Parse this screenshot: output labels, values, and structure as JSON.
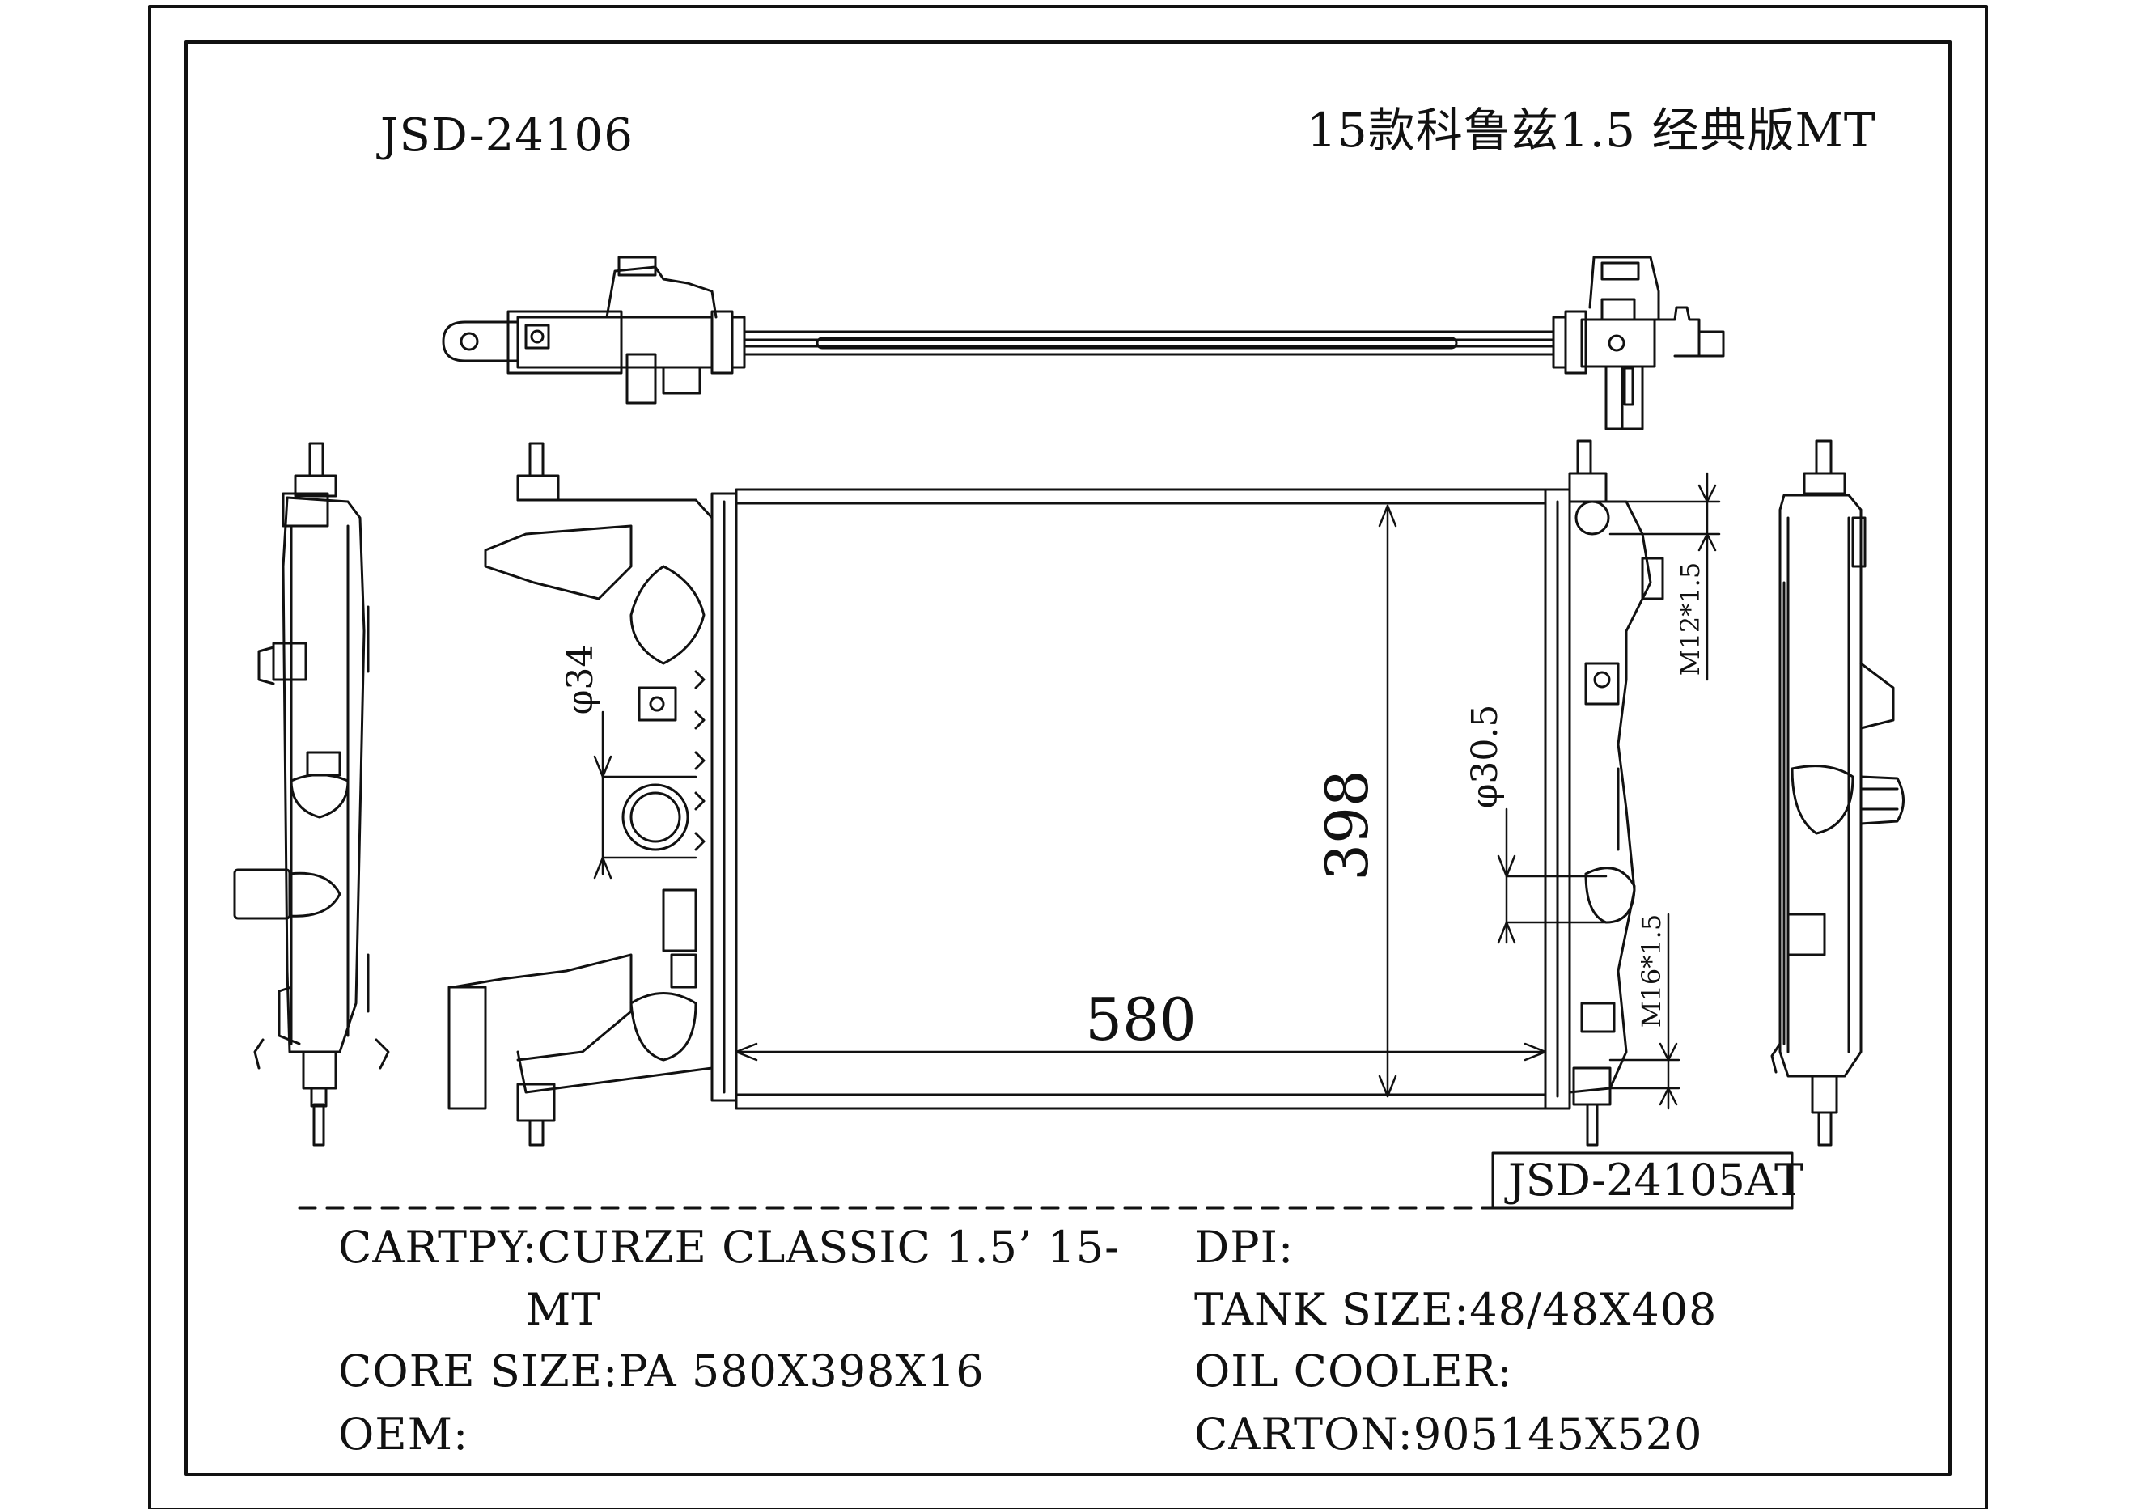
{
  "header": {
    "part_number": "JSD-24106",
    "model_title": "15款科鲁兹1.5 经典版MT"
  },
  "dimensions": {
    "width": "580",
    "height": "398",
    "inlet_diameter": "φ34",
    "outlet_diameter": "φ30.5",
    "upper_thread": "M12*1.5",
    "lower_thread": "M16*1.5"
  },
  "substitute_label": "JSD-24105AT",
  "specs": {
    "cartpy_line1": "CARTPY:CURZE CLASSIC 1.5’ 15-",
    "cartpy_line2": "MT",
    "core_size": "CORE SIZE:PA 580X398X16",
    "oem": "OEM:",
    "dpi": "DPI:",
    "tank_size": "TANK SIZE:48/48X408",
    "oil_cooler": "OIL COOLER:",
    "carton": "CARTON:905145X520"
  }
}
